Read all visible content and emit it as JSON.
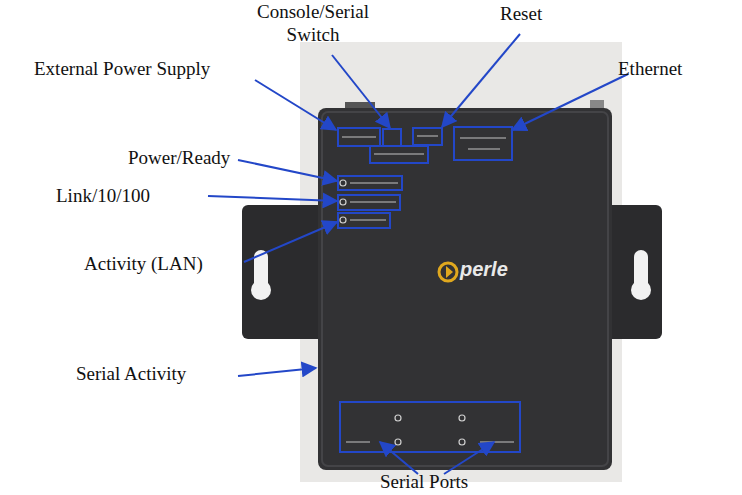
{
  "diagram": {
    "labels": [
      "Console/Serial Switch",
      "Reset",
      "External Power Supply",
      "Ethernet",
      "Power/Ready",
      "Link/10/100",
      "Activity (LAN)",
      "Serial Activity",
      "Serial Ports",
      "perle"
    ]
  }
}
